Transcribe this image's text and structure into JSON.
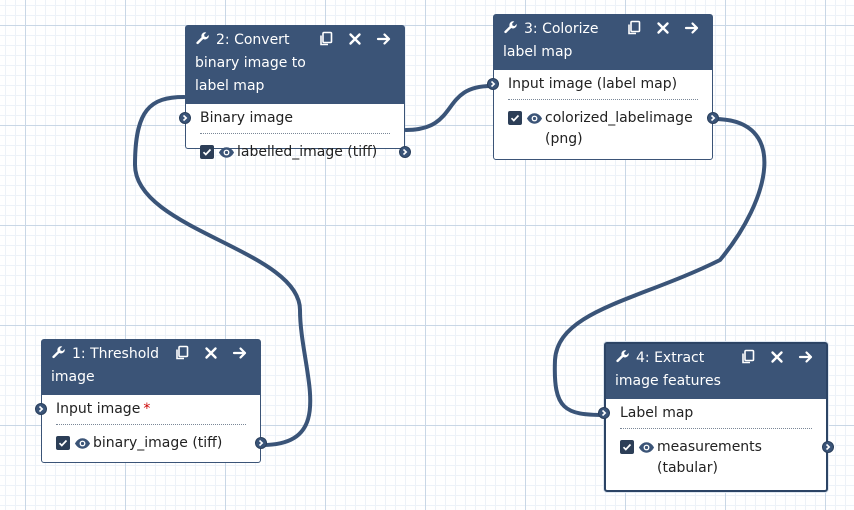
{
  "workflow": {
    "nodes": [
      {
        "id": "threshold",
        "title": "1: Threshold image",
        "input": {
          "label": "Input image",
          "required_mark": "*"
        },
        "output": {
          "label": "binary_image (tiff)"
        }
      },
      {
        "id": "convert",
        "title": "2: Convert binary image to label map",
        "input": {
          "label": "Binary image",
          "required_mark": ""
        },
        "output": {
          "label": "labelled_image (tiff)"
        }
      },
      {
        "id": "colorize",
        "title": "3: Colorize label map",
        "input": {
          "label": "Input image (label map)",
          "required_mark": ""
        },
        "output": {
          "label": "colorized_labelimage (png)"
        }
      },
      {
        "id": "extract",
        "title": "4: Extract image features",
        "input": {
          "label": "Label map",
          "required_mark": ""
        },
        "output": {
          "label": "measurements (tabular)"
        }
      }
    ],
    "connections": [
      {
        "from": "1: Threshold image / binary_image",
        "to": "2: Convert binary image to label map / Binary image"
      },
      {
        "from": "2: Convert binary image to label map / labelled_image",
        "to": "3: Colorize label map / Input image (label map)"
      },
      {
        "from": "3: Colorize label map / colorized_labelimage",
        "to": "4: Extract image features / Label map"
      }
    ],
    "selected_node": "4: Extract image features",
    "colors": {
      "node_header": "#3b5477",
      "wire": "#3a5478",
      "required": "#cc0000",
      "grid_major": "#c9d7e6",
      "grid_minor": "#edf2f8"
    },
    "icons": {
      "tool": "wrench-icon",
      "copy": "copy-icon",
      "delete": "close-icon",
      "run": "arrow-right-icon",
      "visible": "eye-icon",
      "checked": "checkbox-checked-icon",
      "terminal": "chevron-right-icon"
    }
  }
}
